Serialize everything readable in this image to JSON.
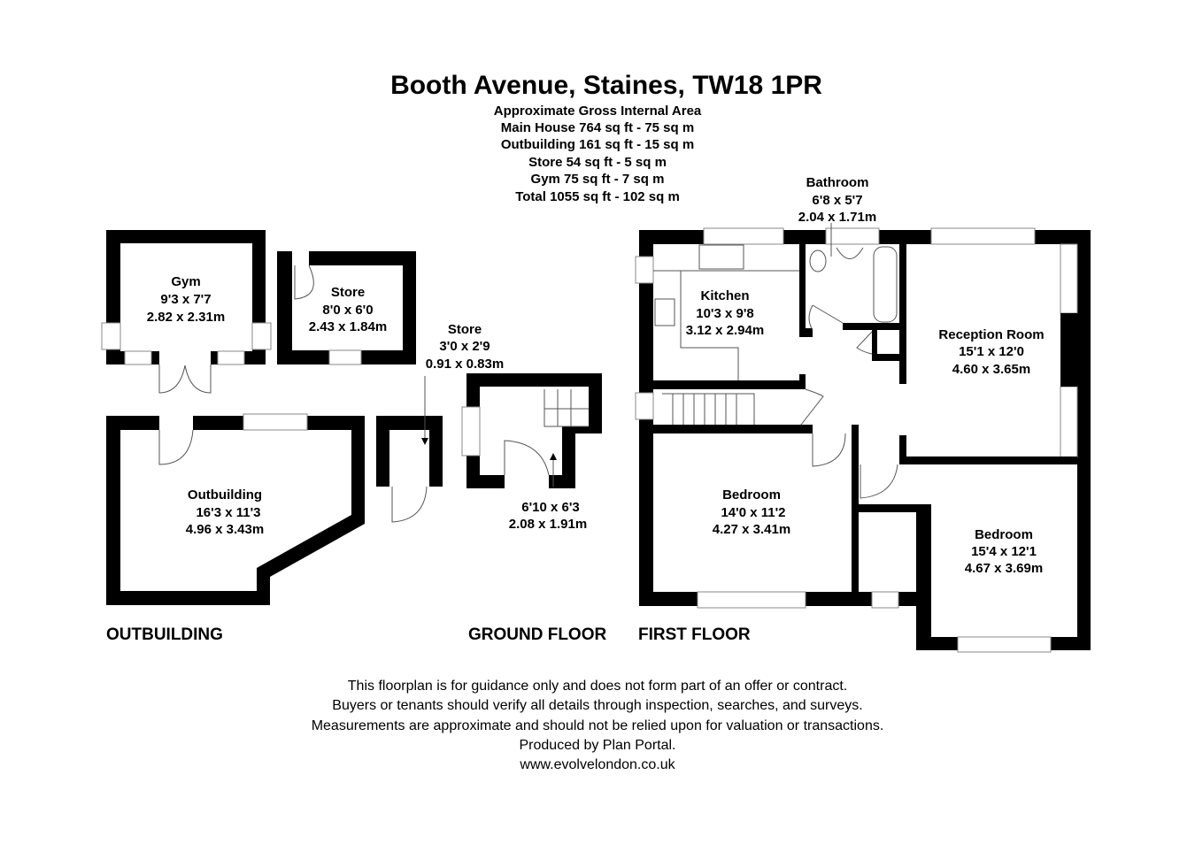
{
  "header": {
    "title": "Booth Avenue, Staines, TW18 1PR",
    "area_lines": [
      "Approximate Gross Internal Area",
      "Main House 764 sq ft - 75 sq m",
      "Outbuilding 161 sq ft - 15 sq m",
      "Store 54 sq ft - 5 sq m",
      "Gym 75 sq ft - 7 sq m",
      "Total 1055 sq ft - 102 sq m"
    ]
  },
  "rooms": {
    "gym": {
      "name": "Gym",
      "imperial": "9'3 x 7'7",
      "metric": "2.82 x 2.31m"
    },
    "store1": {
      "name": "Store",
      "imperial": "8'0 x 6'0",
      "metric": "2.43 x 1.84m"
    },
    "store2": {
      "name": "Store",
      "imperial": "3'0 x 2'9",
      "metric": "0.91 x 0.83m"
    },
    "outbuilding": {
      "name": "Outbuilding",
      "imperial": "16'3 x 11'3",
      "metric": "4.96 x 3.43m"
    },
    "ground_hall": {
      "imperial": "6'10 x 6'3",
      "metric": "2.08 x 1.91m"
    },
    "bathroom": {
      "name": "Bathroom",
      "imperial": "6'8 x 5'7",
      "metric": "2.04 x 1.71m"
    },
    "kitchen": {
      "name": "Kitchen",
      "imperial": "10'3 x 9'8",
      "metric": "3.12 x 2.94m"
    },
    "reception": {
      "name": "Reception Room",
      "imperial": "15'1 x 12'0",
      "metric": "4.60 x 3.65m"
    },
    "bedroom1": {
      "name": "Bedroom",
      "imperial": "14'0 x 11'2",
      "metric": "4.27 x 3.41m"
    },
    "bedroom2": {
      "name": "Bedroom",
      "imperial": "15'4 x 12'1",
      "metric": "4.67 x 3.69m"
    }
  },
  "floors": {
    "outbuilding": "OUTBUILDING",
    "ground": "GROUND FLOOR",
    "first": "FIRST FLOOR"
  },
  "disclaimer": [
    "This floorplan is for guidance only and does not form part of an offer or contract.",
    "Buyers or tenants should verify all details through inspection, searches, and surveys.",
    "Measurements are approximate and should not be relied upon for valuation or transactions.",
    "Produced by Plan Portal.",
    "www.evolvelondon.co.uk"
  ]
}
